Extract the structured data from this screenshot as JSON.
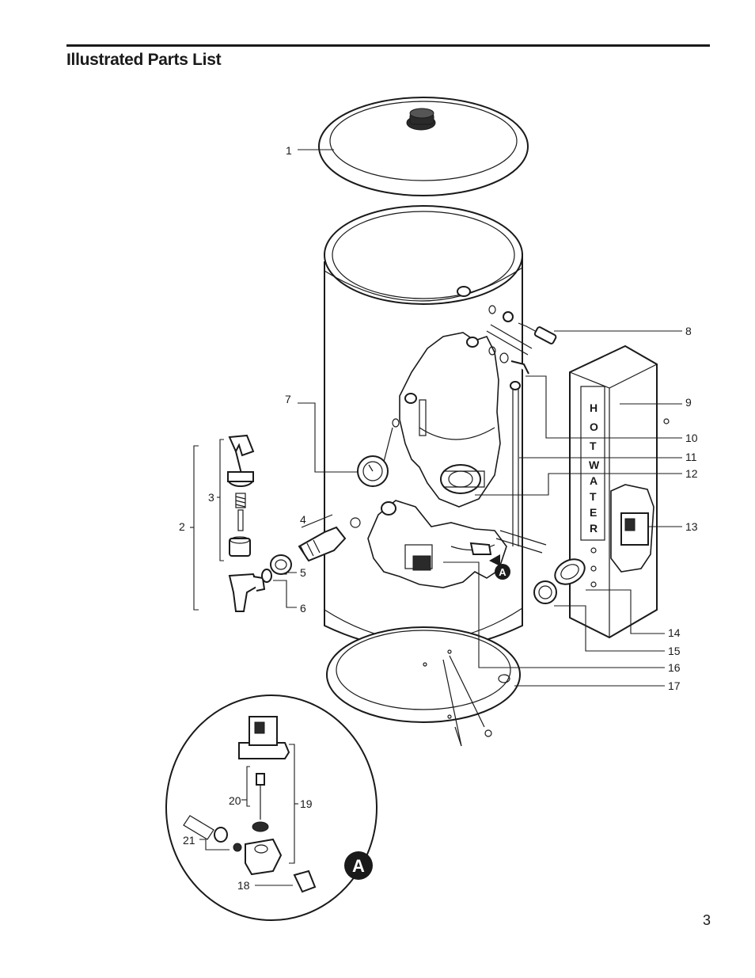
{
  "header": {
    "title": "Illustrated Parts List"
  },
  "footer": {
    "page_number": "3"
  },
  "panel_text": {
    "letters": [
      "H",
      "O",
      "T",
      "W",
      "A",
      "T",
      "E",
      "R"
    ]
  },
  "callouts": {
    "c1": "1",
    "c2": "2",
    "c3": "3",
    "c4": "4",
    "c5": "5",
    "c6": "6",
    "c7": "7",
    "c8": "8",
    "c9": "9",
    "c10": "10",
    "c11": "11",
    "c12": "12",
    "c13": "13",
    "c14": "14",
    "c15": "15",
    "c16": "16",
    "c17": "17",
    "c18": "18",
    "c19": "19",
    "c20": "20",
    "c21": "21"
  },
  "detail_marker": "A"
}
